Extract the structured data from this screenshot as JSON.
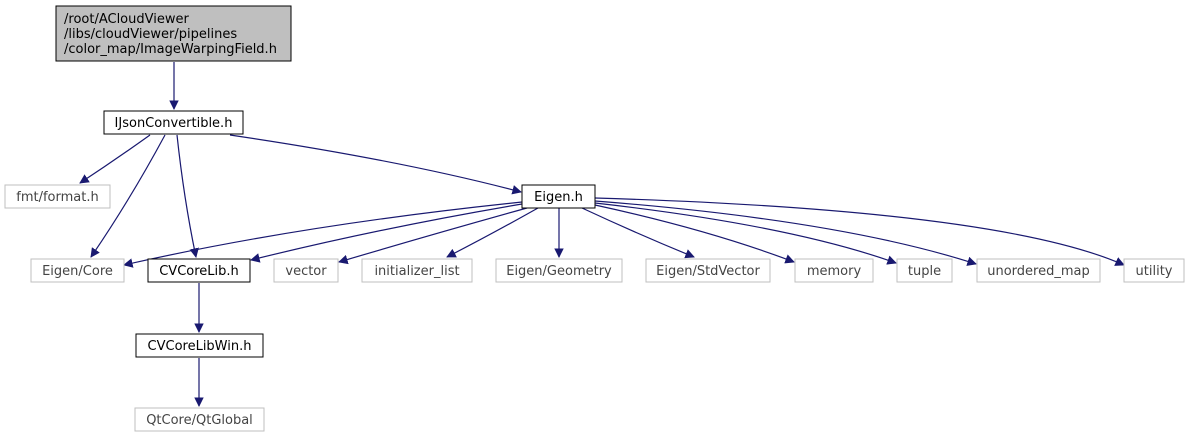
{
  "graph": {
    "edge_color": "#191970",
    "node_border_dark": "#000000",
    "node_border_light": "#bfbfbf",
    "root_fill": "#bfbfbf",
    "nodes": [
      {
        "id": "root",
        "lines": [
          "/root/ACloudViewer",
          "/libs/cloudViewer/pipelines",
          "/color_map/ImageWarpingField.h"
        ],
        "style": "root"
      },
      {
        "id": "ijson",
        "lines": [
          "IJsonConvertible.h"
        ],
        "style": "normal"
      },
      {
        "id": "fmt",
        "lines": [
          "fmt/format.h"
        ],
        "style": "external"
      },
      {
        "id": "eigen",
        "lines": [
          "Eigen.h"
        ],
        "style": "normal"
      },
      {
        "id": "eigencore",
        "lines": [
          "Eigen/Core"
        ],
        "style": "external"
      },
      {
        "id": "cvcorelib",
        "lines": [
          "CVCoreLib.h"
        ],
        "style": "normal"
      },
      {
        "id": "vector",
        "lines": [
          "vector"
        ],
        "style": "external"
      },
      {
        "id": "initlist",
        "lines": [
          "initializer_list"
        ],
        "style": "external"
      },
      {
        "id": "geometry",
        "lines": [
          "Eigen/Geometry"
        ],
        "style": "external"
      },
      {
        "id": "stdvector",
        "lines": [
          "Eigen/StdVector"
        ],
        "style": "external"
      },
      {
        "id": "memory",
        "lines": [
          "memory"
        ],
        "style": "external"
      },
      {
        "id": "tuple",
        "lines": [
          "tuple"
        ],
        "style": "external"
      },
      {
        "id": "umap",
        "lines": [
          "unordered_map"
        ],
        "style": "external"
      },
      {
        "id": "utility",
        "lines": [
          "utility"
        ],
        "style": "external"
      },
      {
        "id": "cvwin",
        "lines": [
          "CVCoreLibWin.h"
        ],
        "style": "normal"
      },
      {
        "id": "qtglobal",
        "lines": [
          "QtCore/QtGlobal"
        ],
        "style": "external"
      }
    ],
    "edges": [
      [
        "root",
        "ijson"
      ],
      [
        "ijson",
        "fmt"
      ],
      [
        "ijson",
        "eigencore"
      ],
      [
        "ijson",
        "cvcorelib"
      ],
      [
        "ijson",
        "eigen"
      ],
      [
        "eigen",
        "eigencore"
      ],
      [
        "eigen",
        "cvcorelib"
      ],
      [
        "eigen",
        "vector"
      ],
      [
        "eigen",
        "initlist"
      ],
      [
        "eigen",
        "geometry"
      ],
      [
        "eigen",
        "stdvector"
      ],
      [
        "eigen",
        "memory"
      ],
      [
        "eigen",
        "tuple"
      ],
      [
        "eigen",
        "umap"
      ],
      [
        "eigen",
        "utility"
      ],
      [
        "cvcorelib",
        "cvwin"
      ],
      [
        "cvwin",
        "qtglobal"
      ]
    ]
  }
}
